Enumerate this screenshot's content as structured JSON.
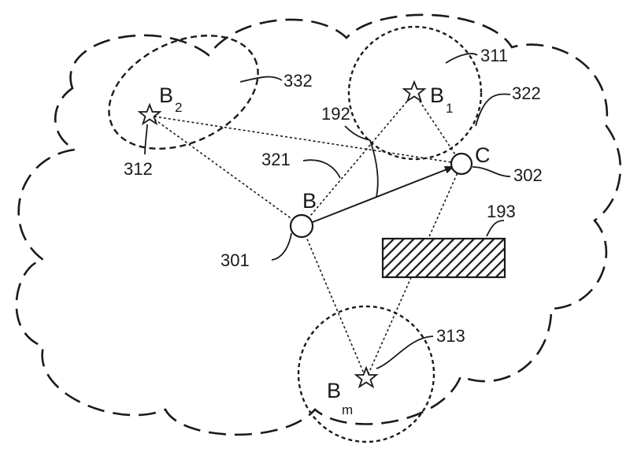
{
  "figure": {
    "nodes": {
      "B": {
        "label": "B",
        "ref": "301"
      },
      "C": {
        "label": "C",
        "ref": "302"
      }
    },
    "stations": {
      "B1": {
        "base": "B",
        "sub": "1",
        "ref": "311"
      },
      "B2": {
        "base": "B",
        "sub": "2",
        "ref": "312"
      },
      "Bm": {
        "base": "B",
        "sub": "m",
        "ref": "313"
      }
    },
    "refs": {
      "cell_b2": "332",
      "cell_b1": "322",
      "angle": "192",
      "vector": "321",
      "obstacle": "193"
    }
  }
}
